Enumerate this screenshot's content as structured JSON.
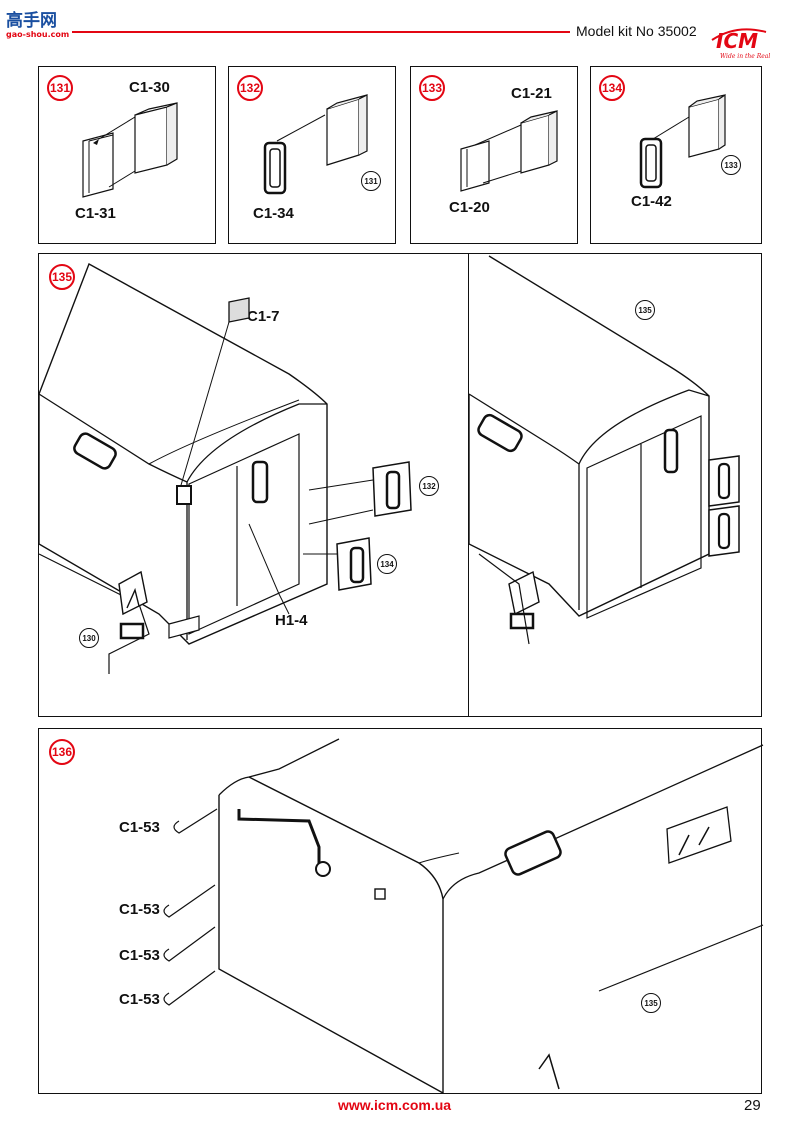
{
  "header": {
    "site_logo_text": "高手网",
    "site_logo_sub": "gao-shou.com",
    "kit_number": "Model kit No 35002",
    "brand": "ICM",
    "brand_tagline": "Wide in the Real"
  },
  "steps": [
    {
      "number": "131",
      "parts": [
        "C1-30",
        "C1-31"
      ]
    },
    {
      "number": "132",
      "parts": [
        "C1-34"
      ],
      "refs": [
        "131"
      ]
    },
    {
      "number": "133",
      "parts": [
        "C1-21",
        "C1-20"
      ]
    },
    {
      "number": "134",
      "parts": [
        "C1-42"
      ],
      "refs": [
        "133"
      ]
    },
    {
      "number": "135",
      "parts": [
        "C1-7",
        "H1-4"
      ],
      "refs": [
        "132",
        "134",
        "130",
        "135"
      ]
    },
    {
      "number": "136",
      "parts": [
        "C1-53",
        "C1-53",
        "C1-53",
        "C1-53"
      ],
      "refs": [
        "135"
      ]
    }
  ],
  "footer": {
    "url": "www.icm.com.ua",
    "page_number": "29"
  },
  "colors": {
    "accent": "#e30613",
    "line": "#111111"
  }
}
